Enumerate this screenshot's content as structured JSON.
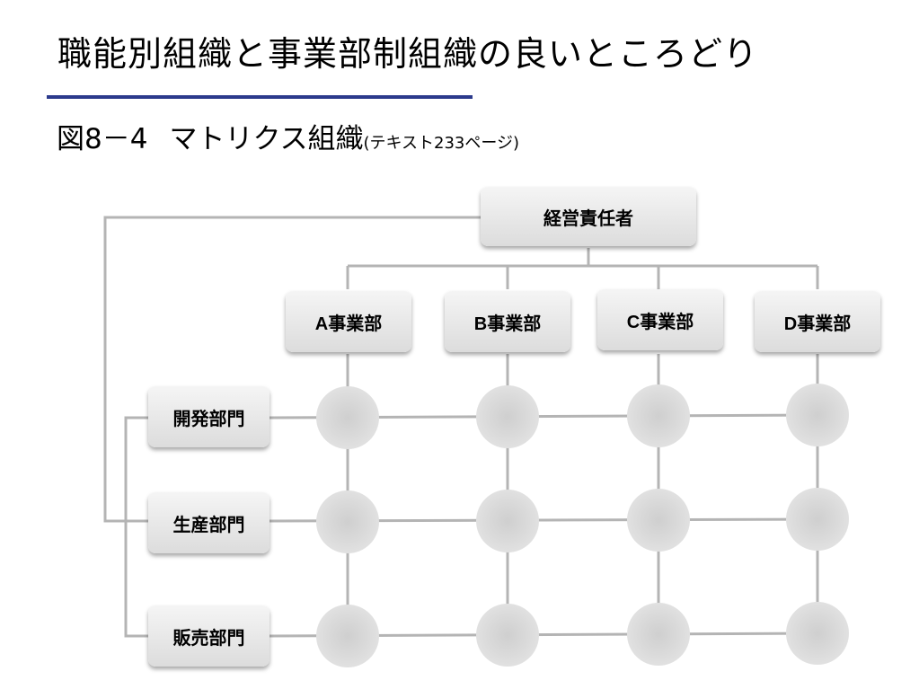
{
  "slide": {
    "title": "職能別組織と事業部制組織の良いところどり",
    "figure_label": "図8－4",
    "figure_name": "マトリクス組織",
    "figure_note": "(テキスト233ページ)"
  },
  "diagram": {
    "top": "経営責任者",
    "divisions": [
      "A事業部",
      "B事業部",
      "C事業部",
      "D事業部"
    ],
    "functions": [
      "開発部門",
      "生産部門",
      "販売部門"
    ]
  }
}
